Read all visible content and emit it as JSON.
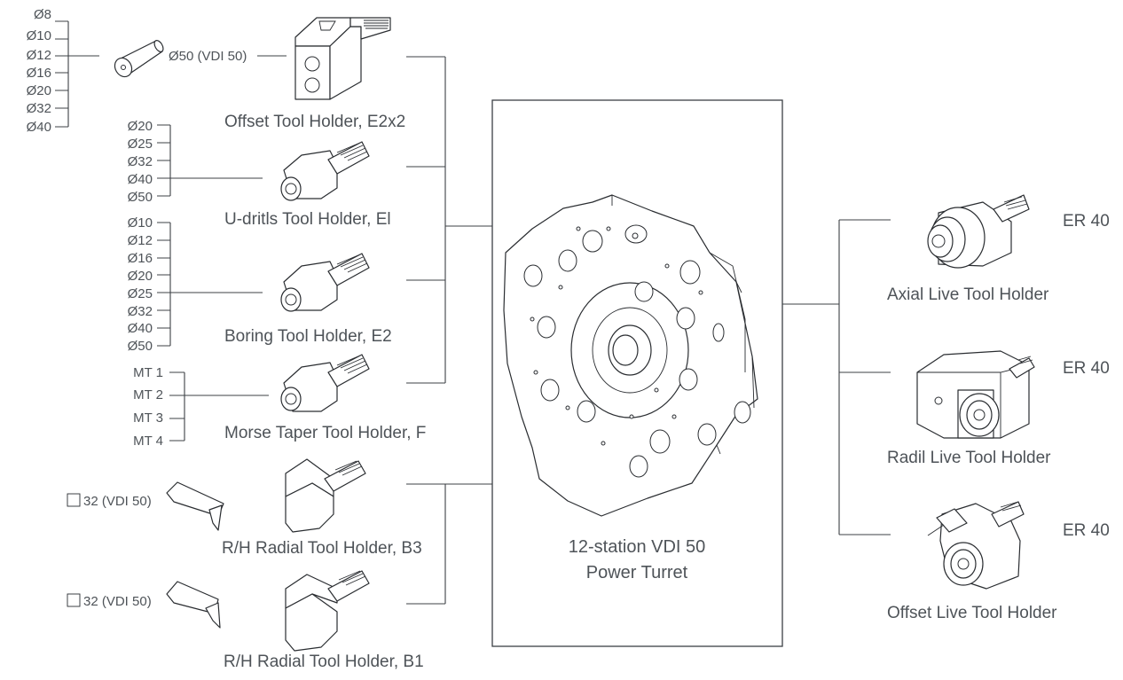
{
  "offset_group": {
    "sizes": [
      "Ø8",
      "Ø10",
      "Ø12",
      "Ø16",
      "Ø20",
      "Ø32",
      "Ø40"
    ],
    "adapter_label": "Ø50 (VDI 50)",
    "holder_label": "Offset Tool Holder, E2x2"
  },
  "udrill_group": {
    "sizes": [
      "Ø20",
      "Ø25",
      "Ø32",
      "Ø40",
      "Ø50"
    ],
    "holder_label": "U-dritls Tool Holder, El"
  },
  "boring_group": {
    "sizes": [
      "Ø10",
      "Ø12",
      "Ø16",
      "Ø20",
      "Ø25",
      "Ø32",
      "Ø40",
      "Ø50"
    ],
    "holder_label": "Boring Tool Holder, E2"
  },
  "morse_group": {
    "sizes": [
      "MT 1",
      "MT 2",
      "MT 3",
      "MT 4"
    ],
    "holder_label": "Morse Taper Tool Holder, F"
  },
  "radial_b3": {
    "insert_label": "32 (VDI 50)",
    "holder_label": "R/H Radial Tool Holder, B3"
  },
  "radial_b1": {
    "insert_label": "32 (VDI 50)",
    "holder_label": "R/H Radial Tool Holder, B1"
  },
  "turret": {
    "title_line1": "12-station VDI 50",
    "title_line2": "Power Turret"
  },
  "live_tools": [
    {
      "label": "Axial Live Tool Holder",
      "collet": "ER 40"
    },
    {
      "label": "Radil Live Tool Holder",
      "collet": "ER 40"
    },
    {
      "label": "Offset Live Tool Holder",
      "collet": "ER 40"
    }
  ]
}
